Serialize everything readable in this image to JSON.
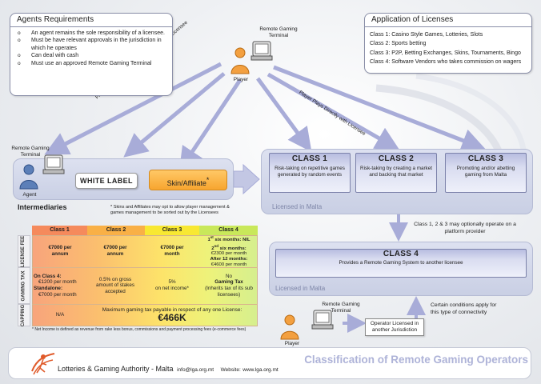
{
  "agents_requirements": {
    "title": "Agents Requirements",
    "items": [
      "An agent remains the sole responsibility of a licensee.",
      "Must be have relevant approvals in the jurisdiction in which he operates",
      "Can deal with cash",
      "Must use an approved Remote Gaming Terminal"
    ]
  },
  "application_of_licenses": {
    "title": "Application of Licenses",
    "items": [
      "Class 1: Casino Style Games, Lotteries, Slots",
      "Class 2: Sports betting",
      "Class 3: P2P, Betting Exchanges, Skins, Tournaments, Bingo",
      "Class 4: Software Vendors who takes commission on wagers"
    ]
  },
  "top": {
    "terminal_label": "Remote Gaming Terminal",
    "player_label": "Player"
  },
  "arrow_labels": {
    "intermediary": "Player Plays through an Intermediary of the Licensee",
    "direct": "Player Plays Directly with Licensee"
  },
  "intermediaries": {
    "terminal_label": "Remote Gaming Terminal",
    "agent_label": "Agent",
    "white_label": "WHITE LABEL",
    "skin_label": "Skin/Affiliate",
    "skin_mark": "*",
    "title": "Intermediaries",
    "note": "* Skins and Affiliates may opt to allow player management & games management to be sorted out by the Licensees"
  },
  "classes": {
    "licensed_label": "Licensed in Malta",
    "items": [
      {
        "title": "CLASS 1",
        "desc": "Risk-taking on repetitive games generated by random events"
      },
      {
        "title": "CLASS 2",
        "desc": "Risk-taking by creating a market and backing that market"
      },
      {
        "title": "CLASS 3",
        "desc": "Promoting and/or abetting gaming from Malta"
      }
    ]
  },
  "platform_note": "Class 1, 2 & 3 may optionally operate on a platform provider",
  "class4": {
    "title": "CLASS 4",
    "desc": "Provides a Remote Gaming System to another licensee",
    "licensed_label": "Licensed in Malta"
  },
  "bottom": {
    "terminal_label": "Remote Gaming Terminal",
    "player_label": "Player",
    "operator_label": "Operator Licensed in another Jurisdiction",
    "conditions_note": "Certain conditions apply for this type of connectivity"
  },
  "table": {
    "headers": [
      "Class 1",
      "Class 2",
      "Class 3",
      "Class 4"
    ],
    "row_labels": [
      "LICENSE FEE",
      "GAMING TAX",
      "CAPPING"
    ],
    "license_fee": {
      "c1": "€7000 per annum",
      "c2": "€7000 per annum",
      "c3": "€7000 per month",
      "c4_l1_sup": "st",
      "c4_l1": "six months: NIL",
      "c4_l2_sup": "nd",
      "c4_l2": "six months:",
      "c4_l3": "€2300 per month",
      "c4_l4": "After 12 months:",
      "c4_l5": "€4600 per month"
    },
    "gaming_tax": {
      "c1_l1": "On Class 4:",
      "c1_l2": "€1200 per month",
      "c1_l3": "Standalone:",
      "c1_l4": "€7000 per month",
      "c2": "0.5% on gross amount of stakes accepted",
      "c3_l1": "5%",
      "c3_l2": "on net income*",
      "c4_l1": "No",
      "c4_l2": "Gaming Tax",
      "c4_l3": "(Inherits tax of its sub licensees)"
    },
    "capping": {
      "c1": "N/A",
      "text": "Maximum gaming tax payable in respect of any one License:",
      "amount": "€466K"
    },
    "footnote": "* Net Income is defined as revenue from rake less bonus, commissions and payment processing fees (e-commerce fees)"
  },
  "footer": {
    "org": "Lotteries & Gaming Authority - Malta",
    "email": "info@lga.org.mt",
    "website_label": "Website:",
    "website": "www.lga.org.mt",
    "title": "Classification of Remote Gaming Operators"
  },
  "colors": {
    "class1": "#f9a77c",
    "class2": "#fbc96e",
    "class3": "#fdf26c",
    "class4": "#d7ef8a",
    "accent_title": "#b0b5d8",
    "arrow": "#a8acd8"
  }
}
